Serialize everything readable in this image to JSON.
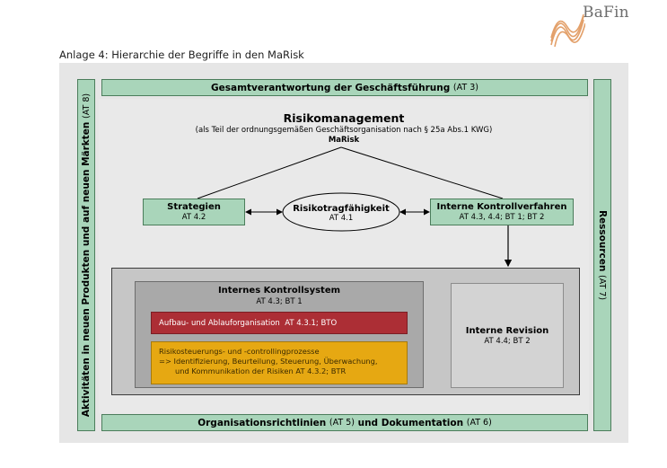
{
  "logo": {
    "text": "BaFin",
    "icon": "bafin-wave-logo",
    "colors": {
      "wave": "#e3a06a",
      "text": "#6d6d6d"
    }
  },
  "page_title": "Anlage 4: Hierarchie der Begriffe in den MaRisk",
  "top_bar": {
    "bold": "Gesamtverantwortung der Geschäftsführung",
    "ref": "(AT 3)"
  },
  "bottom_bar": {
    "bold1": "Organisationsrichtlinien",
    "ref1": "(AT 5)",
    "bold2": "und Dokumentation",
    "ref2": "(AT 6)"
  },
  "left_bar": {
    "bold": "Aktivitäten in neuen Produkten und auf neuen Märkten",
    "ref": "(AT 8)"
  },
  "right_bar": {
    "bold": "Ressourcen",
    "ref": "(AT 7)"
  },
  "risk_management": {
    "title": "Risikomanagement",
    "subtitle": "(als Teil der ordnungsgemäßen Geschäftsorganisation nach § 25a Abs.1 KWG)",
    "source": "MaRisk"
  },
  "strategien": {
    "title": "Strategien",
    "ref": "AT 4.2"
  },
  "risikotragfaehigkeit": {
    "title": "Risikotragfähigkeit",
    "ref": "AT 4.1"
  },
  "interne_kontrollverfahren": {
    "title": "Interne Kontrollverfahren",
    "ref": "AT 4.3, 4.4; BT 1; BT 2"
  },
  "internes_kontrollsystem": {
    "title": "Internes Kontrollsystem",
    "ref": "AT 4.3; BT 1",
    "aufbau": "Aufbau- und Ablauforganisation  AT 4.3.1; BTO",
    "risiko_line1": "Risikosteuerungs- und -controllingprozesse",
    "risiko_line2": "=> Identifizierung, Beurteilung, Steuerung, Überwachung,",
    "risiko_line3": "und Kommunikation der Risiken AT 4.3.2; BTR"
  },
  "interne_revision": {
    "title": "Interne Revision",
    "ref": "AT 4.4; BT 2"
  },
  "colors": {
    "green": "#a9d5ba",
    "red": "#ac2e35",
    "orange": "#e6a812",
    "gray_outer": "#e6e6e6",
    "gray_lower": "#c6c6c6",
    "gray_iks": "#a9a9a9"
  }
}
